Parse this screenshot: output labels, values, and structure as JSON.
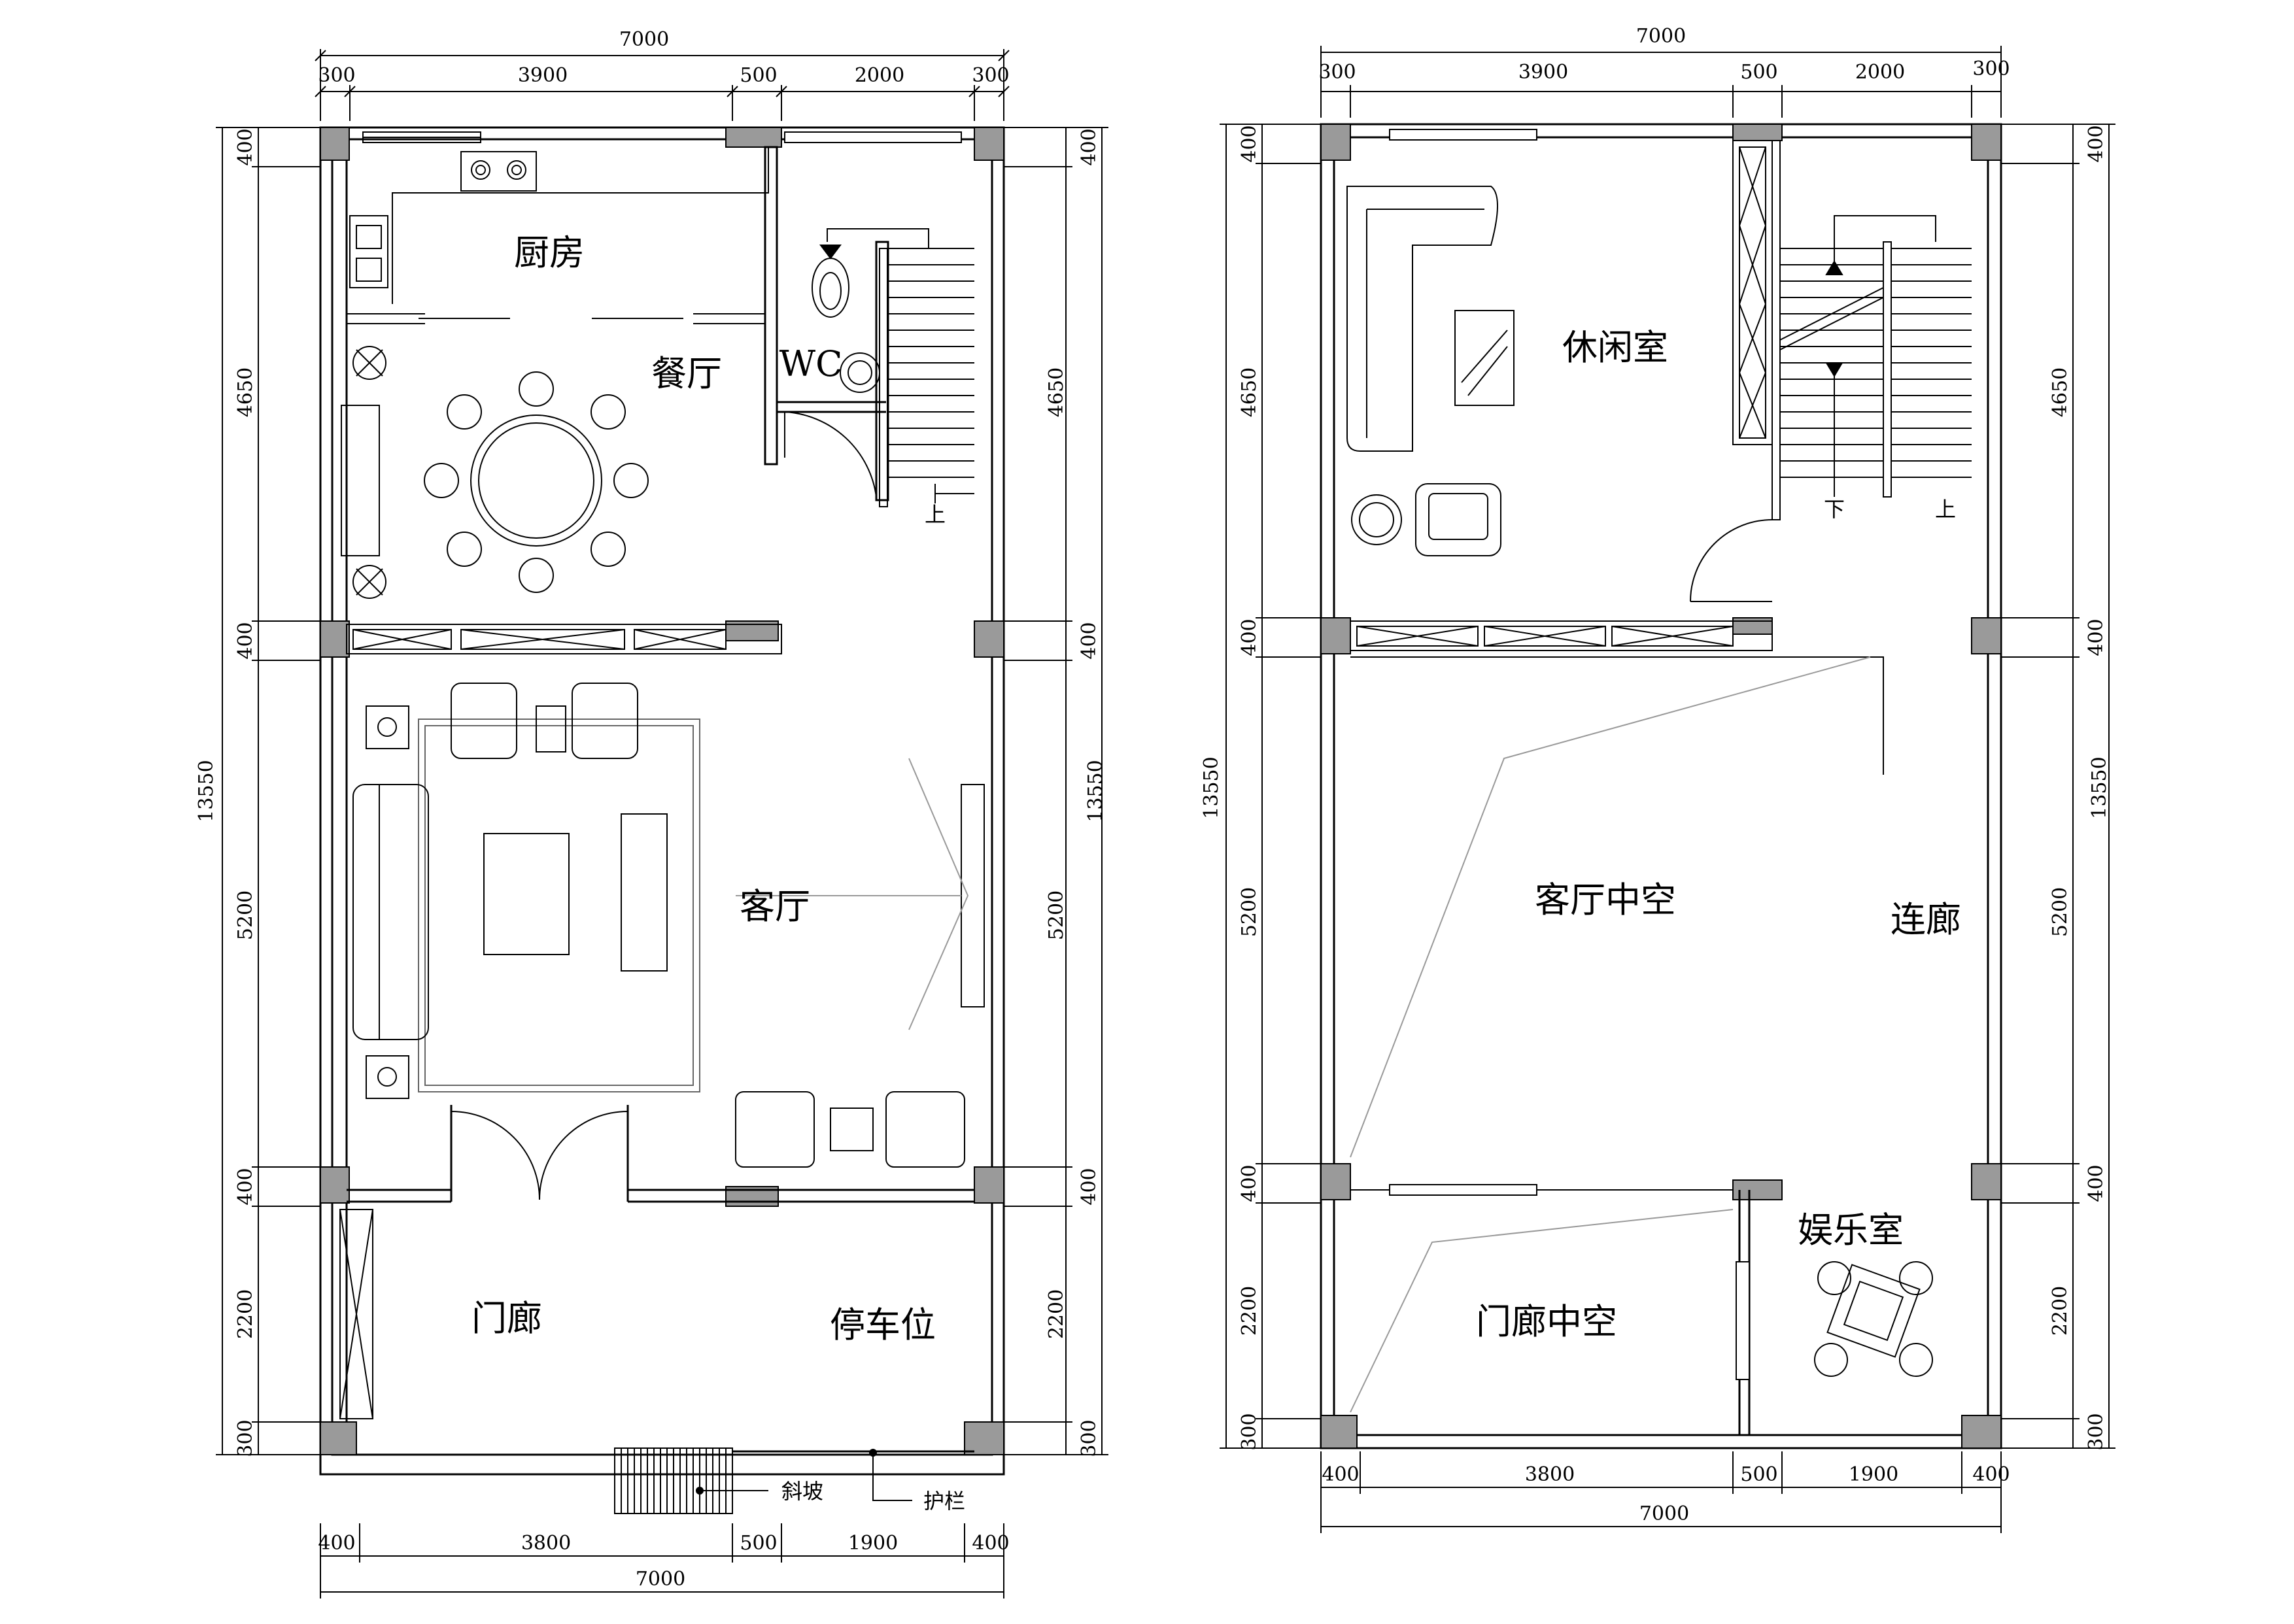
{
  "plans": [
    {
      "rooms": {
        "kitchen": "厨房",
        "dining": "餐厅",
        "wc": "WC",
        "living": "客厅",
        "porch": "门廊",
        "parking": "停车位"
      },
      "top_overall": "7000",
      "top_segments": [
        "300",
        "3900",
        "500",
        "2000",
        "300"
      ],
      "side_overall": "13550",
      "side_segments": [
        "400",
        "4650",
        "400",
        "5200",
        "400",
        "2200",
        "300"
      ],
      "bottom_segments": [
        "400",
        "3800",
        "500",
        "1900",
        "400"
      ],
      "bottom_overall": "7000",
      "stair_up": "上",
      "callouts": {
        "ramp": "斜坡",
        "railing": "护栏"
      }
    },
    {
      "rooms": {
        "leisure": "休闲室",
        "void_living": "客厅中空",
        "corridor": "连廊",
        "void_porch": "门廊中空",
        "recreation": "娱乐室"
      },
      "top_overall": "7000",
      "top_segments": [
        "300",
        "3900",
        "500",
        "2000",
        "300"
      ],
      "side_overall": "13550",
      "side_segments": [
        "400",
        "4650",
        "400",
        "5200",
        "400",
        "2200",
        "300"
      ],
      "bottom_segments": [
        "400",
        "3800",
        "500",
        "1900",
        "400"
      ],
      "bottom_overall": "7000",
      "stair_down": "下",
      "stair_up": "上"
    }
  ]
}
